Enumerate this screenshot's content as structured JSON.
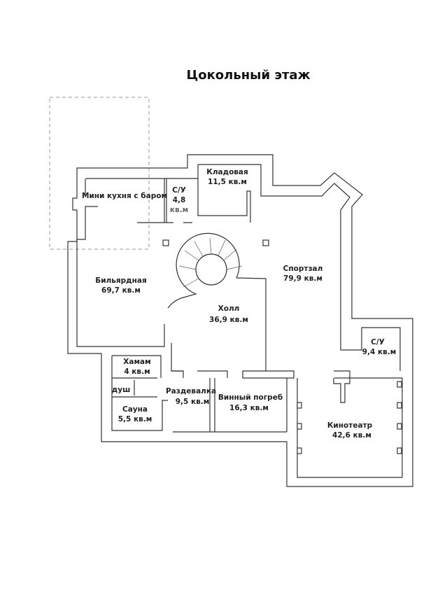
{
  "title": "Цокольный этаж",
  "rooms": {
    "kitchen": {
      "name": "Мини кухня с баром"
    },
    "wc1": {
      "name": "С/У",
      "area": "4,8",
      "unit": "кв.м"
    },
    "storage": {
      "name": "Кладовая",
      "area": "11,5 кв.м"
    },
    "billiard": {
      "name": "Бильярдная",
      "area": "69,7 кв.м"
    },
    "gym": {
      "name": "Спортзал",
      "area": "79,9 кв.м"
    },
    "hall": {
      "name": "Холл",
      "area": "36,9 кв.м"
    },
    "wc2": {
      "name": "С/У",
      "area": "9,4 кв.м"
    },
    "hammam": {
      "name": "Хамам",
      "area": "4 кв.м"
    },
    "shower": {
      "name": "душ"
    },
    "sauna": {
      "name": "Сауна",
      "area": "5,5 кв.м"
    },
    "dressing": {
      "name": "Раздевалка",
      "area": "9,5 кв.м"
    },
    "wine": {
      "name": "Винный погреб",
      "area": "16,3 кв.м"
    },
    "cinema": {
      "name": "Кинотеатр",
      "area": "42,6 кв.м"
    }
  }
}
